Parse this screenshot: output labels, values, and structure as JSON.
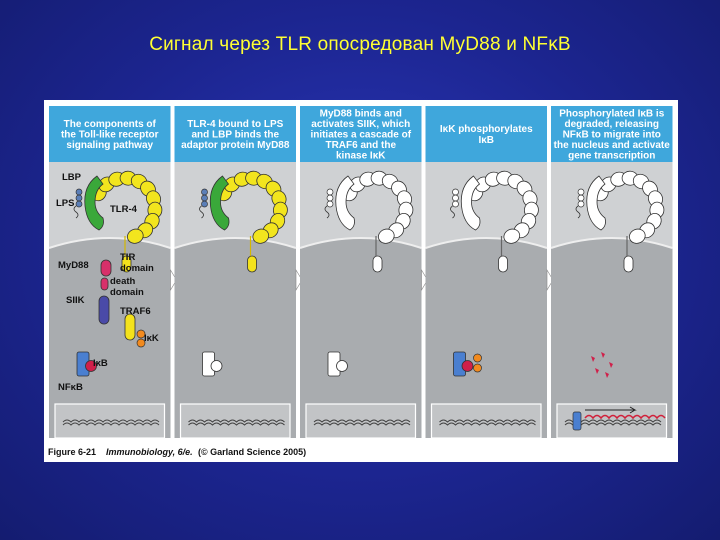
{
  "slide": {
    "title": "Сигнал через TLR опосредован MyD88 и NFκB"
  },
  "panels": [
    {
      "header": [
        "The components of",
        "the Toll-like receptor",
        "signaling pathway"
      ]
    },
    {
      "header": [
        "TLR-4 bound to LPS",
        "and LBP binds the",
        "adaptor protein MyD88"
      ]
    },
    {
      "header": [
        "MyD88 binds and",
        "activates SIIK, which",
        "initiates a cascade of",
        "TRAF6 and the",
        "kinase IκK"
      ]
    },
    {
      "header": [
        "IκK phosphorylates",
        "IκB"
      ]
    },
    {
      "header": [
        "Phosphorylated IκB is",
        "degraded, releasing",
        "NFκB to migrate into",
        "the nucleus and activate",
        "gene transcription"
      ]
    }
  ],
  "labels": {
    "lbp": "LBP",
    "lps": "LPS",
    "tlr4": "TLR-4",
    "myd88": "MyD88",
    "tir": "TIR",
    "tir2": "domain",
    "death": "death",
    "death2": "domain",
    "siik": "SIIK",
    "traf6": "TRAF6",
    "ikk": "IκK",
    "ikb": "IκB",
    "nfkb": "NFκB"
  },
  "caption": {
    "figure": "Figure 6-21",
    "book": "Immunobiology, 6/e.",
    "copyright": "(© Garland Science 2005)"
  },
  "colors": {
    "header_bg": "#3fa7dc",
    "panel_bg": "#cfd1d3",
    "cell_bg": "#a9acaf",
    "yellow": "#f2e51e",
    "green": "#3aa83a",
    "blue_lps": "#5b7fb8",
    "myd88": "#d8306a",
    "siik": "#4a4aa8",
    "traf6": "#f4e21c",
    "ikk": "#f28a1e",
    "ikb": "#4a7fd0",
    "nfkb": "#d0204a",
    "mrna": "#d0203a"
  }
}
